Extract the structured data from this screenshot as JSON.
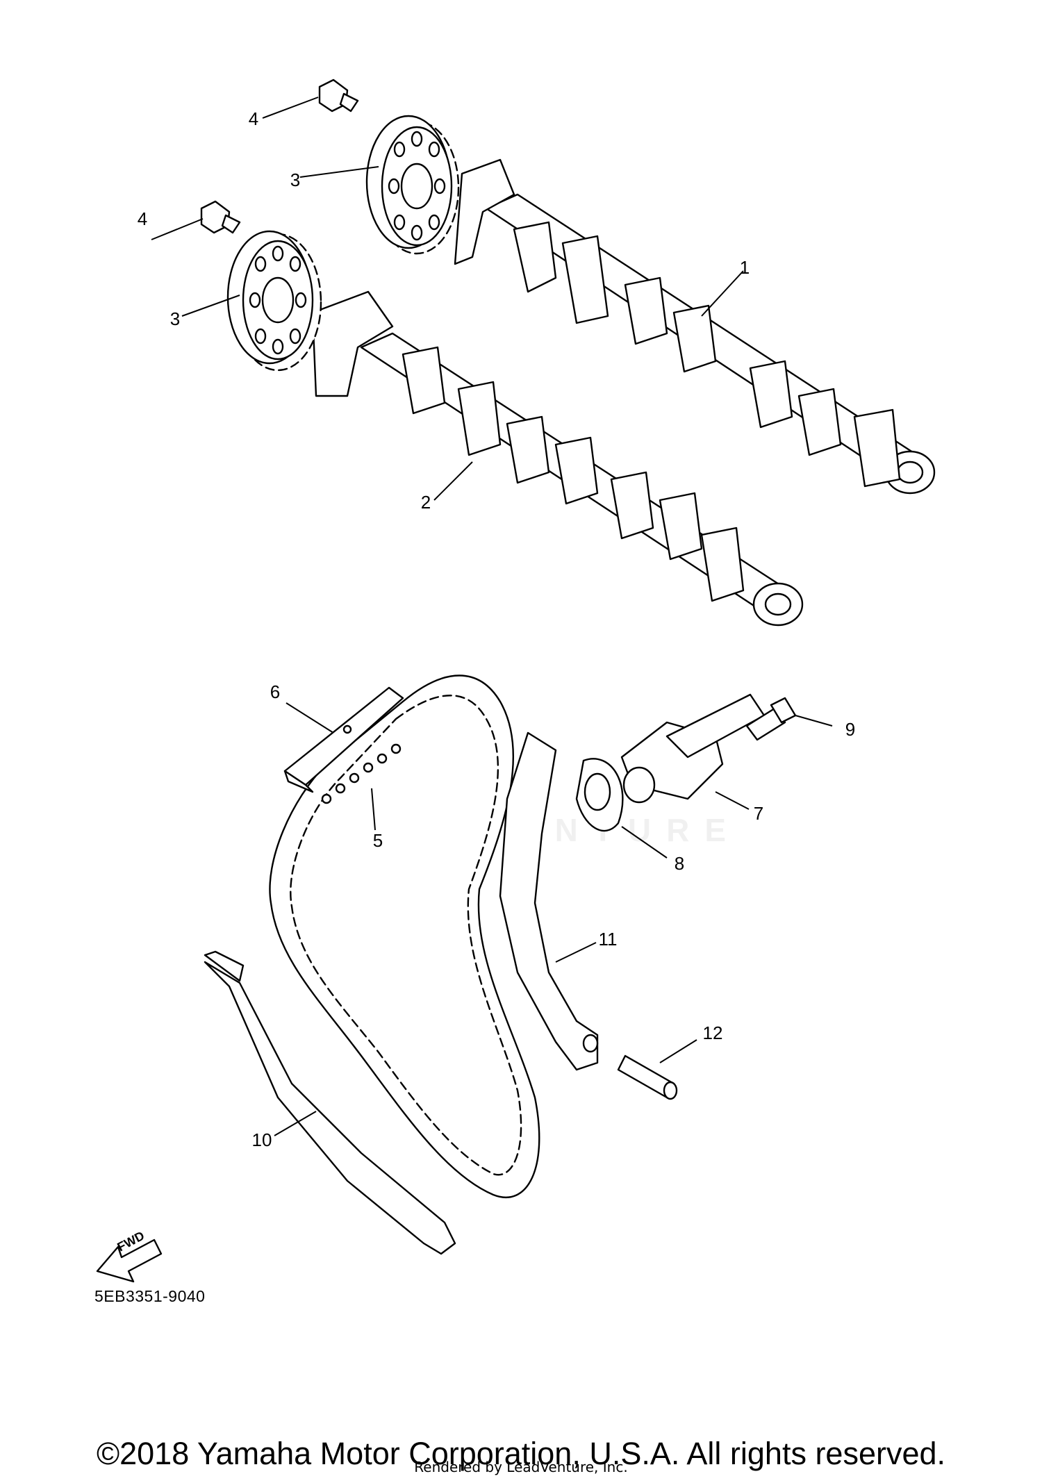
{
  "diagram": {
    "callouts": [
      {
        "id": "callout-1",
        "label": "1"
      },
      {
        "id": "callout-2",
        "label": "2"
      },
      {
        "id": "callout-3a",
        "label": "3"
      },
      {
        "id": "callout-3b",
        "label": "3"
      },
      {
        "id": "callout-4a",
        "label": "4"
      },
      {
        "id": "callout-4b",
        "label": "4"
      },
      {
        "id": "callout-5",
        "label": "5"
      },
      {
        "id": "callout-6",
        "label": "6"
      },
      {
        "id": "callout-7",
        "label": "7"
      },
      {
        "id": "callout-8",
        "label": "8"
      },
      {
        "id": "callout-9",
        "label": "9"
      },
      {
        "id": "callout-10",
        "label": "10"
      },
      {
        "id": "callout-11",
        "label": "11"
      },
      {
        "id": "callout-12",
        "label": "12"
      }
    ],
    "fwd_label": "FWD",
    "diagram_code": "5EB3351-9040"
  },
  "footer": {
    "copyright": "©2018 Yamaha Motor Corporation, U.S.A. All rights reserved.",
    "rendered_by": "Rendered by LeadVenture, Inc."
  },
  "watermark": {
    "text": "LEADVENTURE"
  },
  "colors": {
    "line": "#000000",
    "background": "#ffffff"
  }
}
